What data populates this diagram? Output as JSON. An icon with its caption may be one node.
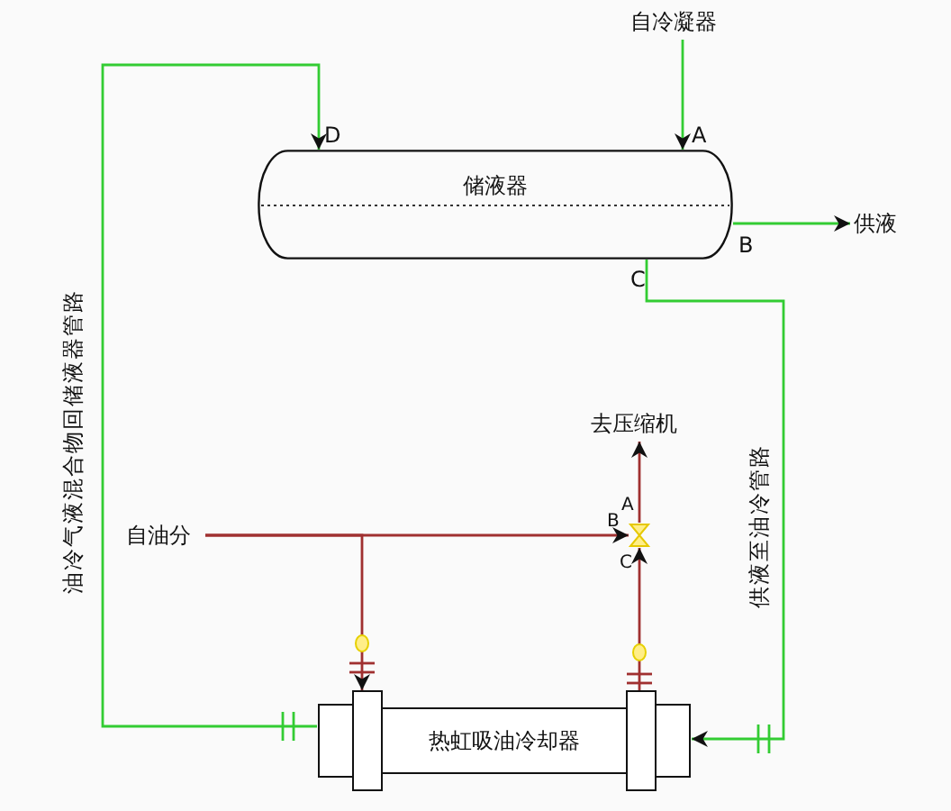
{
  "diagram": {
    "nodes": [
      {
        "text": [
          "储液器"
        ]
      },
      {
        "text": [
          "自冷凝器"
        ]
      },
      {
        "text": [
          "供液"
        ]
      },
      {
        "text": [
          "热虹吸油冷却器"
        ]
      },
      {
        "text": [
          "自油分"
        ]
      },
      {
        "text": [
          "去压缩机"
        ]
      },
      {
        "text": [],
        "shape": "valve"
      }
    ],
    "edges": [
      {
        "from": 1,
        "to": 0,
        "arrow": "to",
        "color": "#33cc33"
      },
      {
        "from": 0,
        "to": 2,
        "arrow": "to",
        "color": "#33cc33"
      },
      {
        "from": 0,
        "to": 3,
        "arrow": "to",
        "color": "#33cc33"
      },
      {
        "from": 3,
        "to": 0,
        "arrow": "to",
        "color": "#33cc33"
      },
      {
        "from": 4,
        "to": 6,
        "arrow": "to",
        "color": "#a03030"
      },
      {
        "from": 4,
        "to": 3,
        "arrow": "to",
        "color": "#a03030"
      },
      {
        "from": 3,
        "to": 6,
        "arrow": "to",
        "color": "#a03030"
      },
      {
        "from": 6,
        "to": 5,
        "arrow": "to",
        "color": "#a03030"
      }
    ],
    "labels": [
      "D",
      "A",
      "B",
      "C",
      "油冷气液混合物回储液器管路",
      "供液至油冷管路",
      "A",
      "B",
      "C"
    ]
  }
}
